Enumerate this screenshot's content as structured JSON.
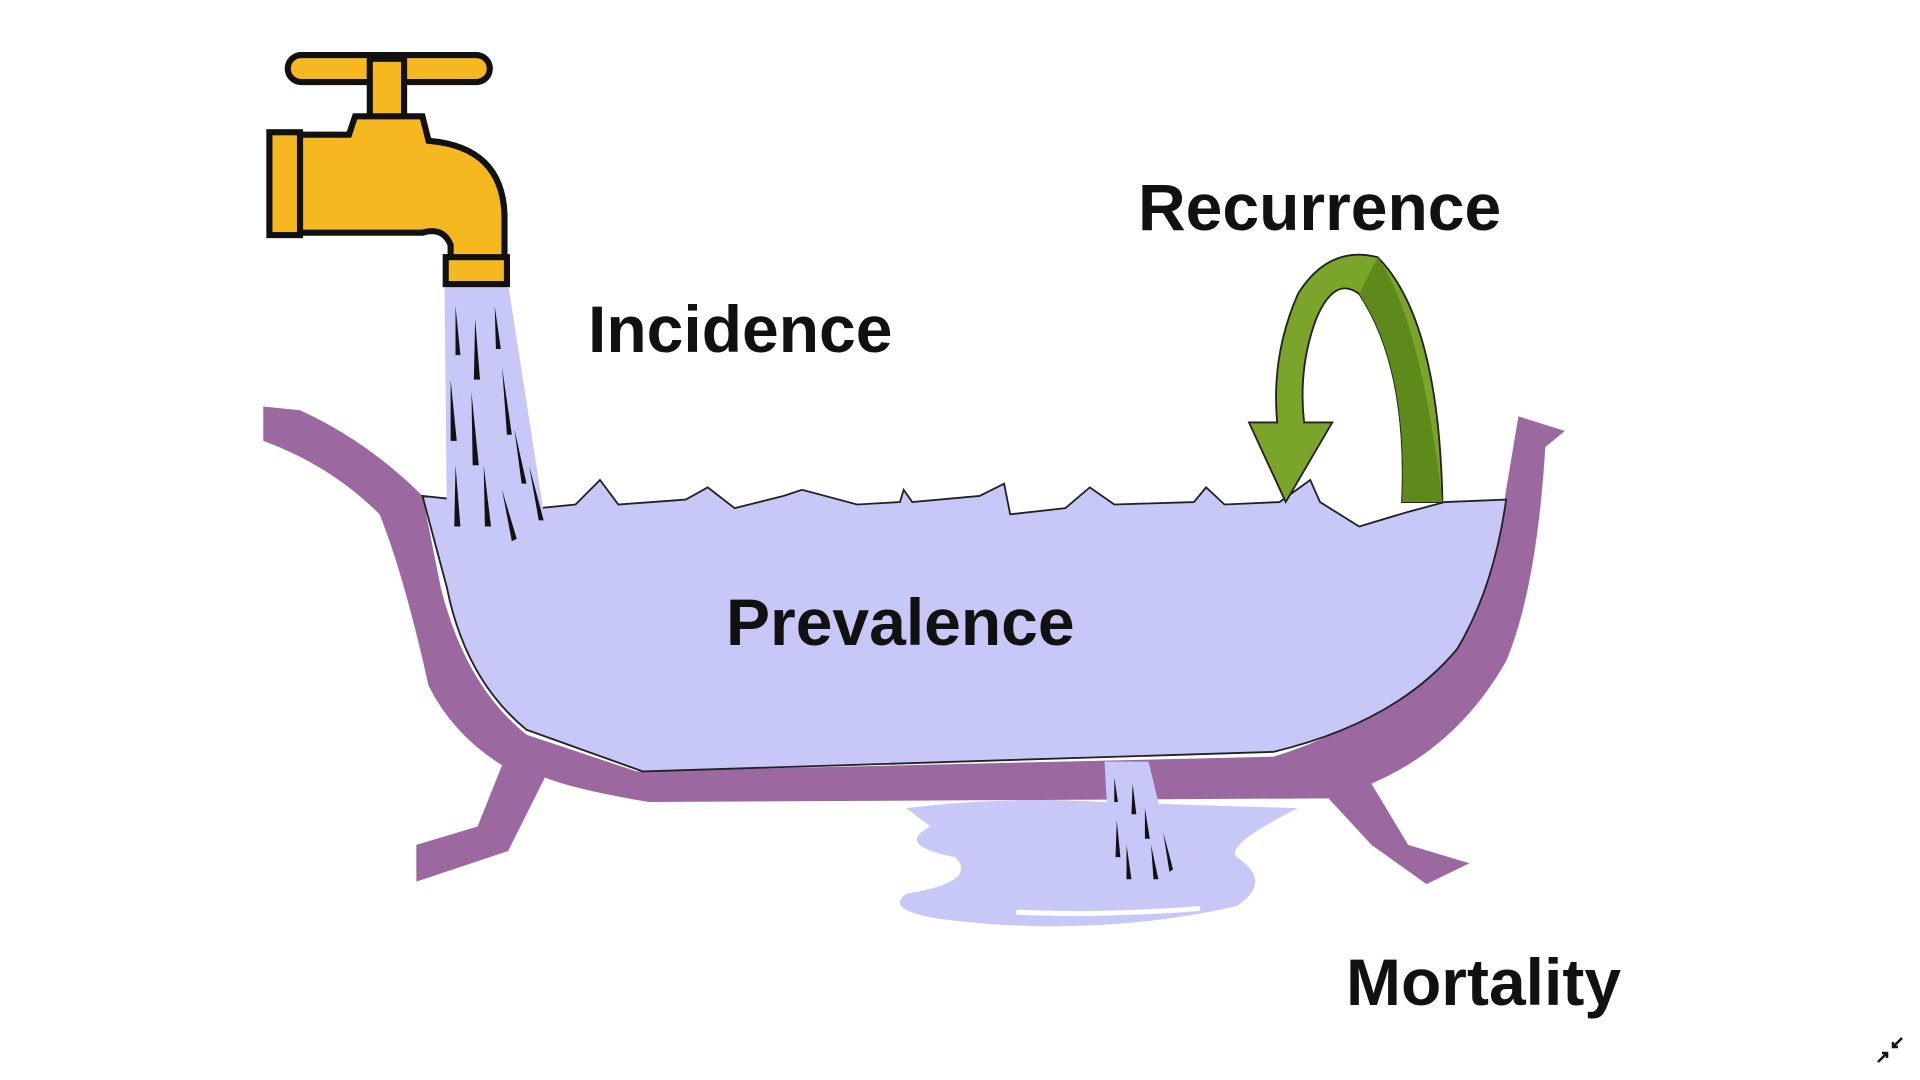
{
  "diagram": {
    "labels": {
      "incidence": "Incidence",
      "recurrence": "Recurrence",
      "prevalence": "Prevalence",
      "mortality": "Mortality"
    },
    "colors": {
      "tub": "#9b69a0",
      "water": "#c8c8f8",
      "faucet": "#f5b820",
      "arrow": "#7aa52a"
    }
  },
  "viewer": {
    "exit_fullscreen_icon": "exit-fullscreen-icon"
  }
}
